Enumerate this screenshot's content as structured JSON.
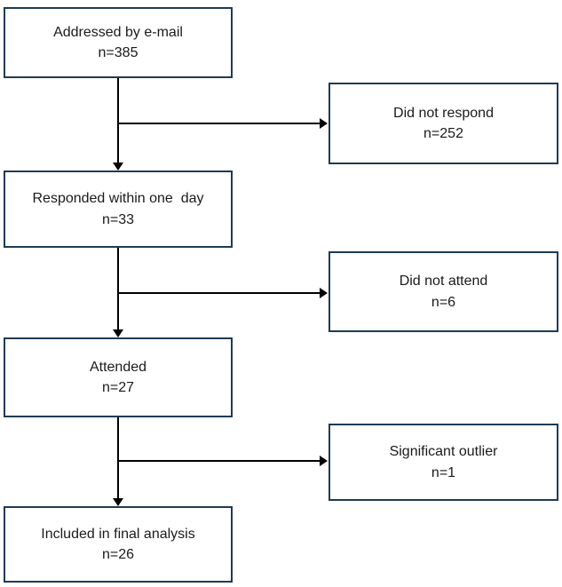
{
  "colors": {
    "box_border": "#1f3b54",
    "text": "#1a1a1a",
    "arrow": "#000000",
    "background": "#ffffff"
  },
  "chart_data": {
    "type": "flowchart",
    "nodes": [
      {
        "id": "addressed",
        "label": "Addressed by e-mail",
        "n": 385
      },
      {
        "id": "did_not_respond",
        "label": "Did not respond",
        "n": 252
      },
      {
        "id": "responded",
        "label": "Responded within one  day",
        "n": 33
      },
      {
        "id": "did_not_attend",
        "label": "Did not attend",
        "n": 6
      },
      {
        "id": "attended",
        "label": "Attended",
        "n": 27
      },
      {
        "id": "significant_outlier",
        "label": "Significant outlier",
        "n": 1
      },
      {
        "id": "included",
        "label": "Included in final analysis",
        "n": 26
      }
    ],
    "edges": [
      {
        "from": "addressed",
        "to": "responded"
      },
      {
        "from": "addressed",
        "to": "did_not_respond"
      },
      {
        "from": "responded",
        "to": "attended"
      },
      {
        "from": "responded",
        "to": "did_not_attend"
      },
      {
        "from": "attended",
        "to": "included"
      },
      {
        "from": "attended",
        "to": "significant_outlier"
      }
    ]
  },
  "nodes": {
    "addressed": {
      "label": "Addressed by e-mail",
      "count": "n=385"
    },
    "did_not_respond": {
      "label": "Did not respond",
      "count": "n=252"
    },
    "responded": {
      "label": "Responded within one  day",
      "count": "n=33"
    },
    "did_not_attend": {
      "label": "Did not attend",
      "count": "n=6"
    },
    "attended": {
      "label": "Attended",
      "count": "n=27"
    },
    "significant_outlier": {
      "label": "Significant outlier",
      "count": "n=1"
    },
    "included": {
      "label": "Included in final analysis",
      "count": "n=26"
    }
  }
}
